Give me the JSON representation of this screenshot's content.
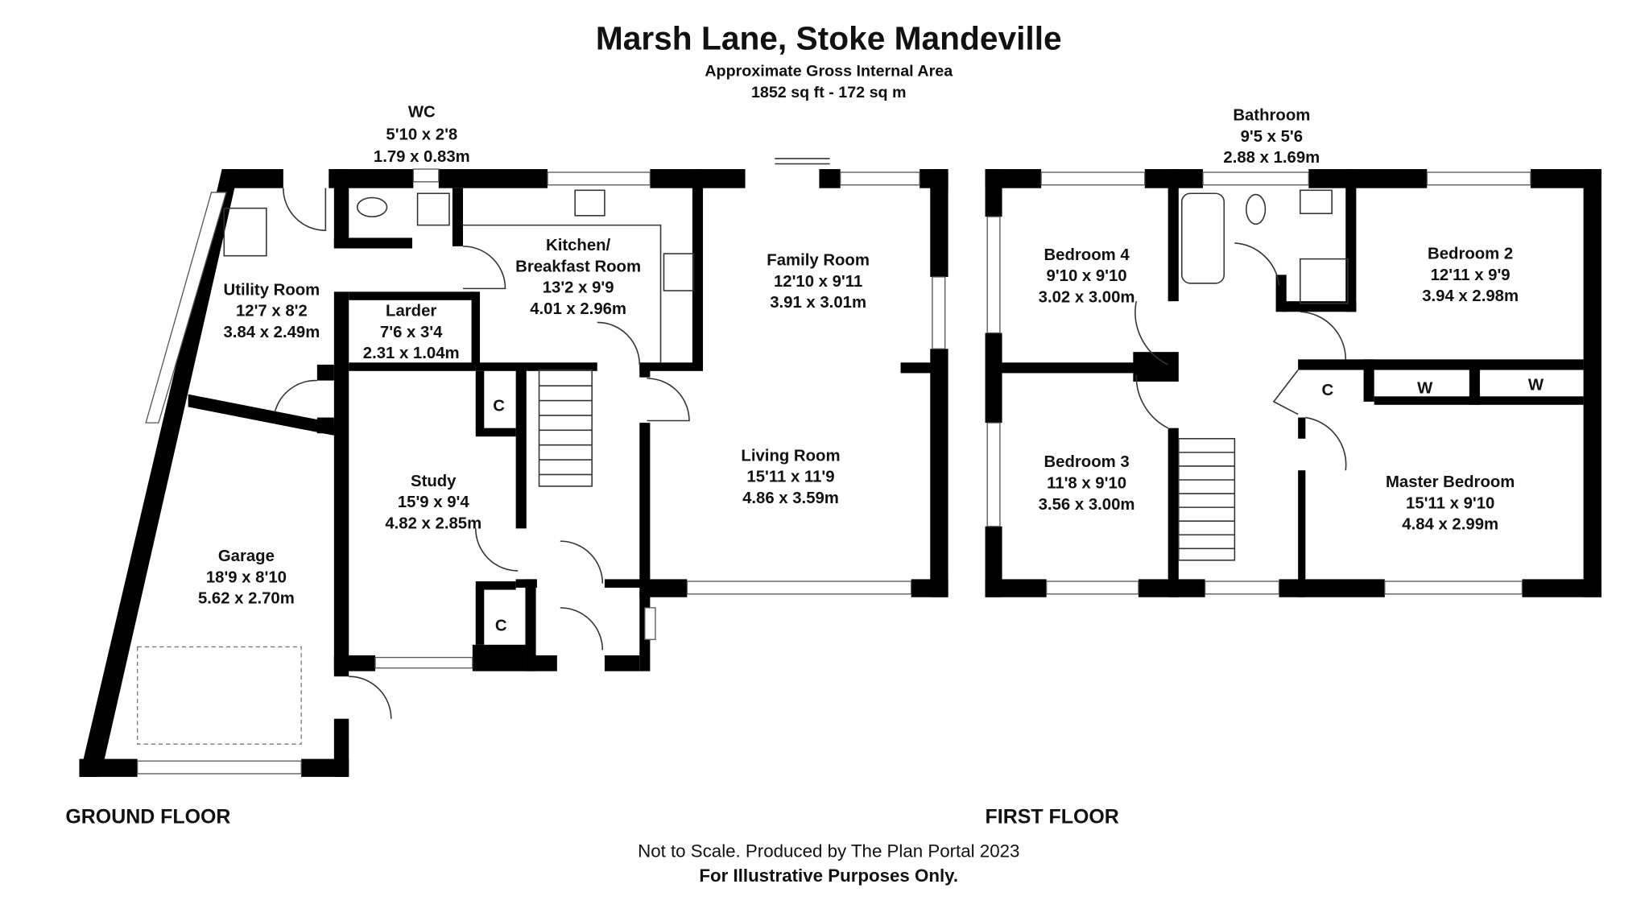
{
  "header": {
    "title": "Marsh Lane, Stoke Mandeville",
    "area_label": "Approximate Gross Internal Area",
    "area_value": "1852 sq ft - 172 sq m"
  },
  "ground_floor": {
    "label": "GROUND FLOOR",
    "rooms": {
      "wc": {
        "name": "WC",
        "imperial": "5'10 x 2'8",
        "metric": "1.79 x 0.83m"
      },
      "kitchen": {
        "name": "Kitchen/",
        "name2": "Breakfast Room",
        "imperial": "13'2 x 9'9",
        "metric": "4.01 x 2.96m"
      },
      "family": {
        "name": "Family Room",
        "imperial": "12'10 x 9'11",
        "metric": "3.91 x 3.01m"
      },
      "utility": {
        "name": "Utility Room",
        "imperial": "12'7 x 8'2",
        "metric": "3.84 x 2.49m"
      },
      "larder": {
        "name": "Larder",
        "imperial": "7'6 x 3'4",
        "metric": "2.31 x 1.04m"
      },
      "living": {
        "name": "Living Room",
        "imperial": "15'11 x 11'9",
        "metric": "4.86 x 3.59m"
      },
      "study": {
        "name": "Study",
        "imperial": "15'9 x 9'4",
        "metric": "4.82 x 2.85m"
      },
      "garage": {
        "name": "Garage",
        "imperial": "18'9 x 8'10",
        "metric": "5.62 x 2.70m"
      }
    },
    "cupboards": [
      "C",
      "C"
    ]
  },
  "first_floor": {
    "label": "FIRST FLOOR",
    "rooms": {
      "bathroom": {
        "name": "Bathroom",
        "imperial": "9'5 x 5'6",
        "metric": "2.88 x 1.69m"
      },
      "bed4": {
        "name": "Bedroom 4",
        "imperial": "9'10 x 9'10",
        "metric": "3.02 x 3.00m"
      },
      "bed2": {
        "name": "Bedroom 2",
        "imperial": "12'11 x 9'9",
        "metric": "3.94 x 2.98m"
      },
      "bed3": {
        "name": "Bedroom 3",
        "imperial": "11'8 x 9'10",
        "metric": "3.56 x 3.00m"
      },
      "master": {
        "name": "Master Bedroom",
        "imperial": "15'11 x 9'10",
        "metric": "4.84 x 2.99m"
      }
    },
    "cupboards": [
      "C",
      "W",
      "W"
    ]
  },
  "footer": {
    "line1": "Not to Scale. Produced by The Plan Portal 2023",
    "line2": "For Illustrative Purposes Only."
  }
}
